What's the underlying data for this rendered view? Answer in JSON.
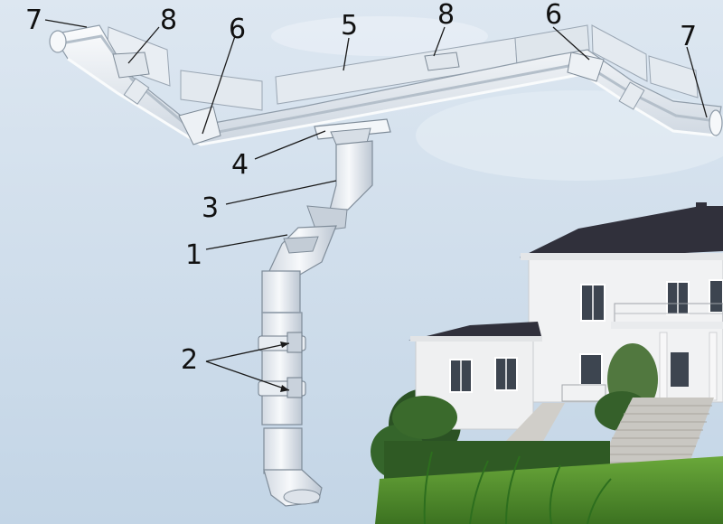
{
  "callouts": [
    {
      "id": "c7a",
      "text": "7"
    },
    {
      "id": "c8a",
      "text": "8"
    },
    {
      "id": "c6a",
      "text": "6"
    },
    {
      "id": "c5",
      "text": "5"
    },
    {
      "id": "c8b",
      "text": "8"
    },
    {
      "id": "c6b",
      "text": "6"
    },
    {
      "id": "c7b",
      "text": "7"
    },
    {
      "id": "c4",
      "text": "4"
    },
    {
      "id": "c3",
      "text": "3"
    },
    {
      "id": "c1",
      "text": "1"
    },
    {
      "id": "c2",
      "text": "2"
    }
  ],
  "colors": {
    "sky_top": "#dbe6f0",
    "sky_bottom": "#c4d6e6",
    "gutter_light": "#f4f7fa",
    "gutter_shade": "#c9d2dc",
    "house_wall": "#f2f3f4",
    "roof": "#2f2f3a",
    "lawn": "#4f8d2c",
    "hedge": "#2f5a24"
  },
  "icons": [
    "gutter-system-illustration",
    "house-photo"
  ]
}
